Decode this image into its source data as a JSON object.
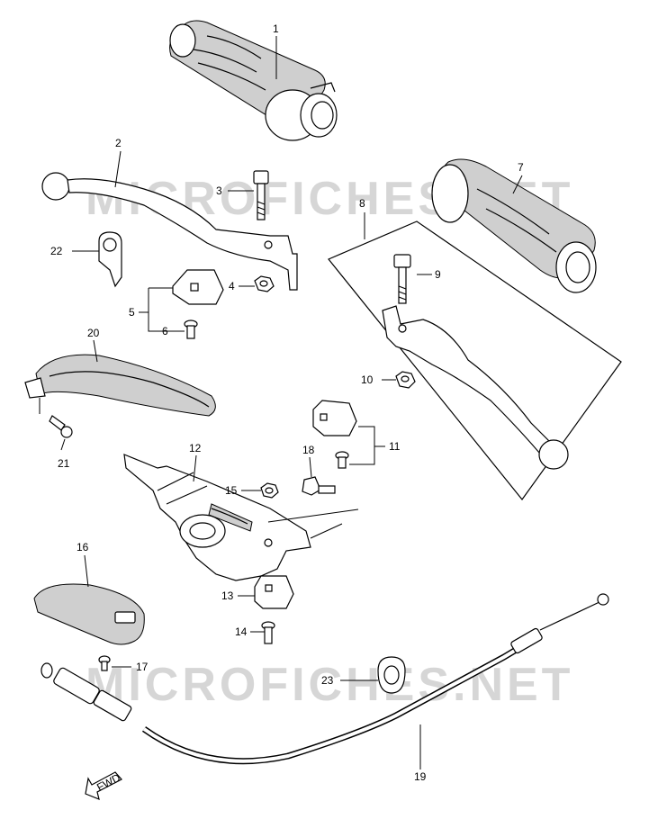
{
  "watermark": "MICROFICHES.NET",
  "fwd_label": "FWD",
  "parts": [
    {
      "id": "p1",
      "label": "1"
    },
    {
      "id": "p2",
      "label": "2"
    },
    {
      "id": "p3",
      "label": "3"
    },
    {
      "id": "p4",
      "label": "4"
    },
    {
      "id": "p5",
      "label": "5"
    },
    {
      "id": "p6",
      "label": "6"
    },
    {
      "id": "p7",
      "label": "7"
    },
    {
      "id": "p8",
      "label": "8"
    },
    {
      "id": "p9",
      "label": "9"
    },
    {
      "id": "p10",
      "label": "10"
    },
    {
      "id": "p11",
      "label": "11"
    },
    {
      "id": "p12",
      "label": "12"
    },
    {
      "id": "p13",
      "label": "13"
    },
    {
      "id": "p14",
      "label": "14"
    },
    {
      "id": "p15",
      "label": "15"
    },
    {
      "id": "p16",
      "label": "16"
    },
    {
      "id": "p17",
      "label": "17"
    },
    {
      "id": "p18",
      "label": "18"
    },
    {
      "id": "p19",
      "label": "19"
    },
    {
      "id": "p20",
      "label": "20"
    },
    {
      "id": "p21",
      "label": "21"
    },
    {
      "id": "p22",
      "label": "22"
    },
    {
      "id": "p23",
      "label": "23"
    }
  ]
}
